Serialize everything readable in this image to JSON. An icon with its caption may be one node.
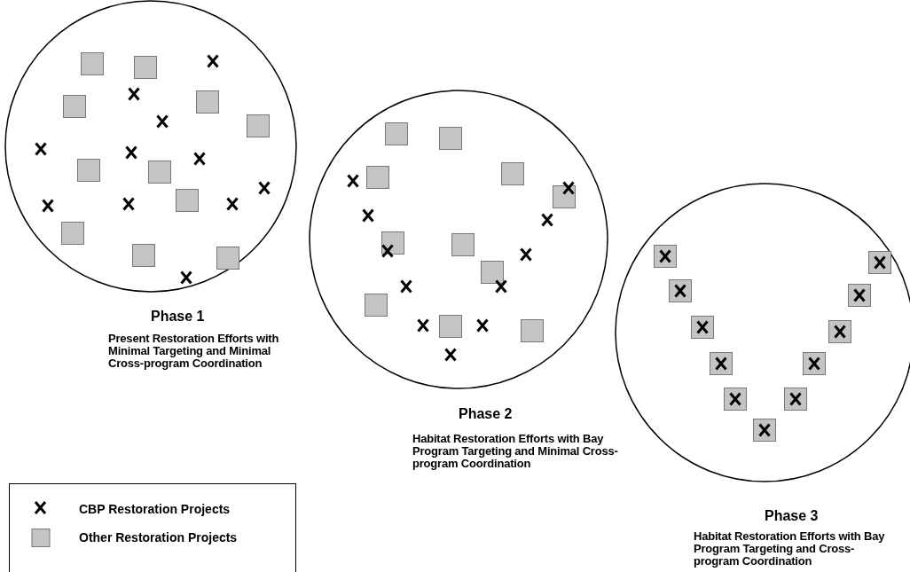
{
  "diagram": {
    "nodes": [
      {
        "text": [
          "Phase 1",
          "Present Restoration Efforts with Minimal Targeting and Minimal Cross-program Coordination"
        ]
      },
      {
        "text": [
          "Phase 2",
          "Habitat Restoration Efforts with Bay Program Targeting and Minimal Cross-program Coordination"
        ]
      },
      {
        "text": [
          "Phase 3",
          "Habitat Restoration Efforts with Bay Program Targeting and Cross-program Coordination"
        ]
      }
    ],
    "legend": [
      {
        "text": "CBP Restoration Projects"
      },
      {
        "text": "Other Restoration Projects",
        "color": "#c4c4c4"
      }
    ]
  }
}
